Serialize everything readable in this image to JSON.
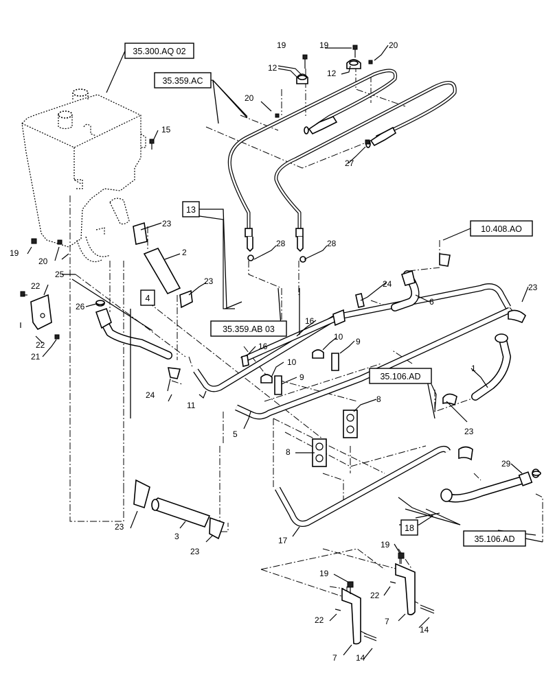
{
  "references": {
    "r1": "35.300.AQ 02",
    "r2": "35.359.AC",
    "r3": "10.408.AO",
    "r4": "35.359.AB 03",
    "r5": "35.106.AD",
    "r6": "35.106.AD"
  },
  "boxed_items": {
    "b13": "13",
    "b4": "4",
    "b18": "18"
  },
  "callouts": {
    "c1": "1",
    "c2": "2",
    "c3": "3",
    "c5": "5",
    "c6": "6",
    "c7a": "7",
    "c7b": "7",
    "c8a": "8",
    "c8b": "8",
    "c9a": "9",
    "c9b": "9",
    "c10a": "10",
    "c10b": "10",
    "c11": "11",
    "c12a": "12",
    "c12b": "12",
    "c14a": "14",
    "c14b": "14",
    "c15": "15",
    "c16a": "16",
    "c16b": "16",
    "c17": "17",
    "c19a": "19",
    "c19b": "19",
    "c19c": "19",
    "c19d": "19",
    "c19e": "19",
    "c20a": "20",
    "c20b": "20",
    "c20c": "20",
    "c21": "21",
    "c22a": "22",
    "c22b": "22",
    "c22c": "22",
    "c22d": "22",
    "c23a": "23",
    "c23b": "23",
    "c23c": "23",
    "c23d": "23",
    "c23e": "23",
    "c23f": "23",
    "c24a": "24",
    "c24b": "24",
    "c25": "25",
    "c26": "26",
    "c27": "27",
    "c28a": "28",
    "c28b": "28",
    "c29": "29"
  }
}
